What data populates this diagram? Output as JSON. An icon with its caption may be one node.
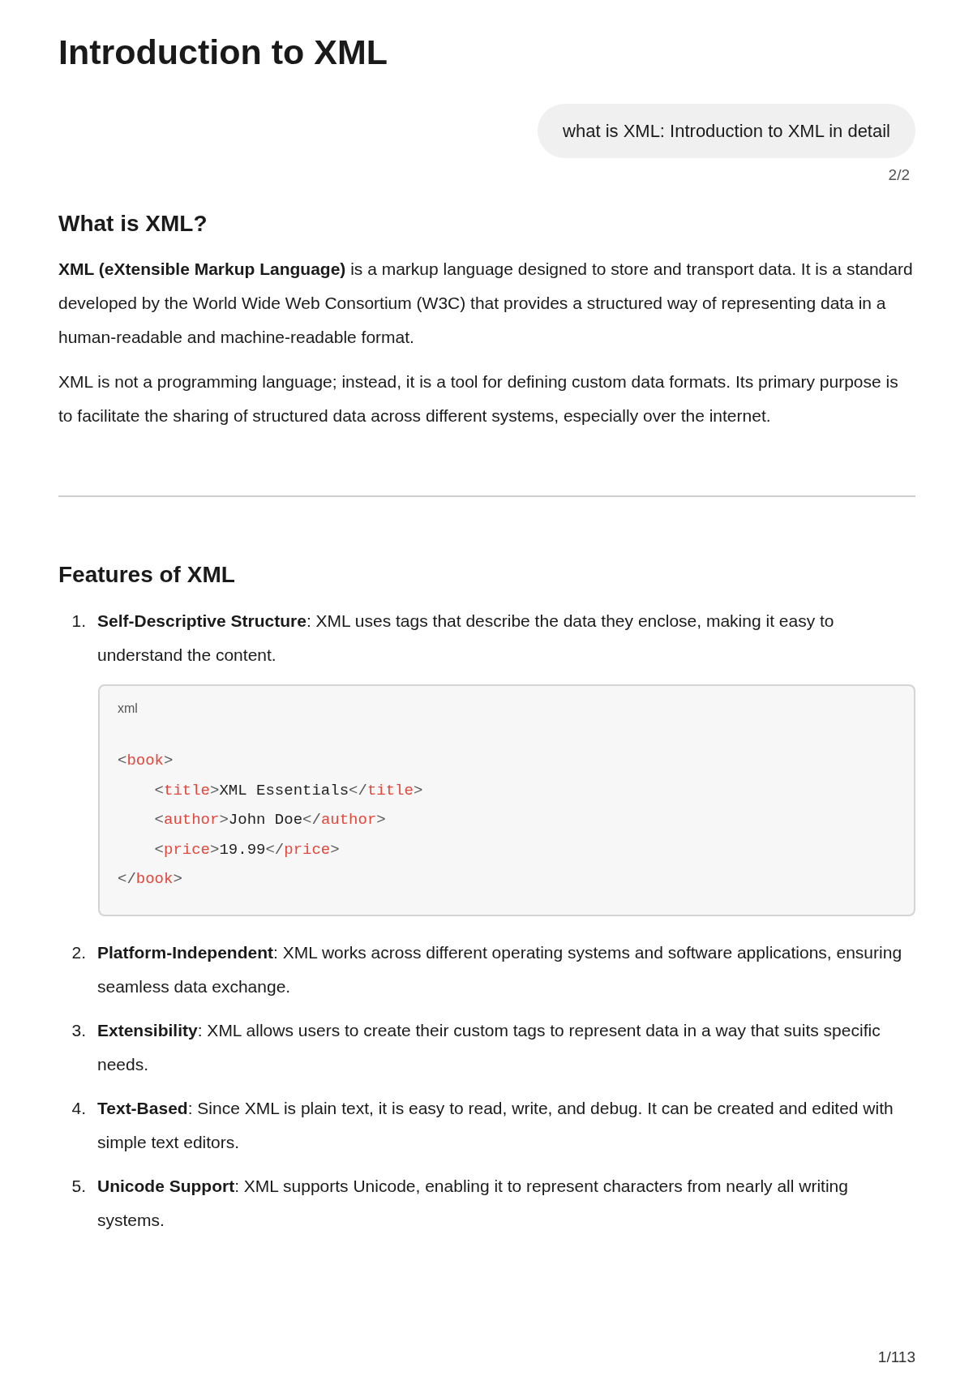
{
  "diagram": {
    "title": "Introduction to XML",
    "nodes": [
      {
        "text": [
          "what is XML: Introduction to XML in detail"
        ]
      },
      {
        "text": [
          "xml",
          "<book>",
          "    <title>XML Essentials</title>",
          "    <author>John Doe</author>",
          "    <price>19.99</price>",
          "</book>"
        ]
      }
    ],
    "labels": [
      "2/2",
      "What is XML?",
      "**XML (eXtensible Markup Language)** is a markup language designed to store and transport data. It is a standard developed by the World Wide Web Consortium (W3C) that provides a structured way of representing data in a human-readable and machine-readable format.",
      "XML is not a programming language; instead, it is a tool for defining custom data formats. Its primary purpose is to facilitate the sharing of structured data across different systems, especially over the internet.",
      "Features of XML",
      "1.",
      "**Self-Descriptive Structure**: XML uses tags that describe the data they enclose, making it easy to understand the content.",
      "2.",
      "**Platform-Independent**: XML works across different operating systems and software applications, ensuring seamless data exchange.",
      "3.",
      "**Extensibility**: XML allows users to create their custom tags to represent data in a way that suits specific needs.",
      "4.",
      "**Text-Based**: Since XML is plain text, it is easy to read, write, and debug. It can be created and edited with simple text editors.",
      "5.",
      "**Unicode Support**: XML supports Unicode, enabling it to represent characters from nearly all writing systems.",
      "1/113"
    ]
  }
}
